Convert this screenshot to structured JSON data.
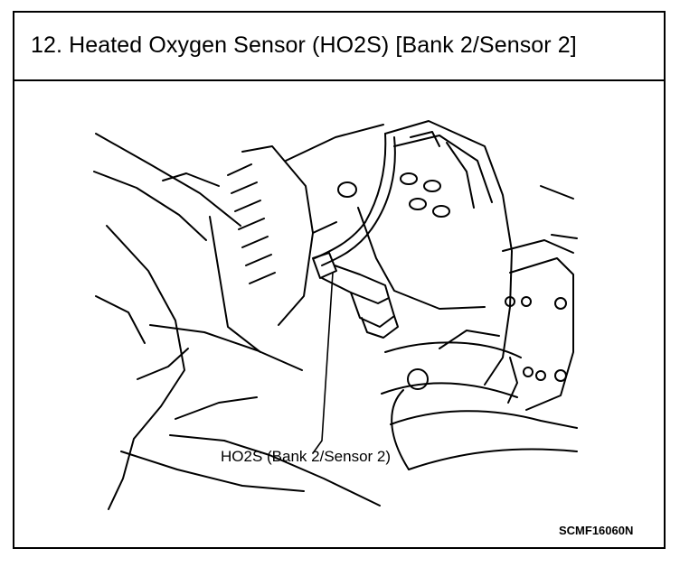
{
  "header": {
    "title": "12. Heated Oxygen Sensor (HO2S) [Bank 2/Sensor 2]"
  },
  "figure": {
    "callout_label": "HO2S (Bank 2/Sensor 2)",
    "figure_code": "SCMF16060N"
  }
}
